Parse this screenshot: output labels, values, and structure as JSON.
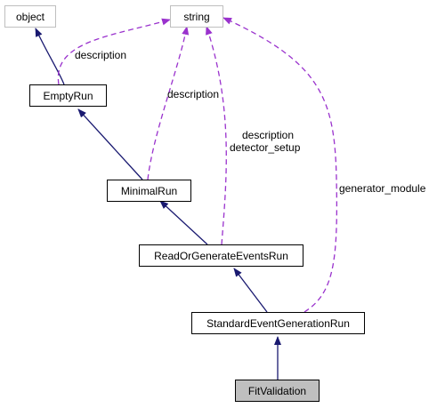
{
  "nodes": {
    "object": "object",
    "string": "string",
    "empty_run": "EmptyRun",
    "minimal_run": "MinimalRun",
    "read_or_generate": "ReadOrGenerateEventsRun",
    "standard_event_generation": "StandardEventGenerationRun",
    "fit_validation": "FitValidation"
  },
  "edge_labels": {
    "emptyrun_description": "description",
    "minimalrun_description": "description",
    "readorgen_description": "description",
    "readorgen_detector_setup": "detector_setup",
    "standard_generator_module": "generator_module"
  },
  "colors": {
    "inheritance_edge": "#191970",
    "usage_edge": "#9a32cd",
    "focus_fill": "#bfbfbf",
    "external_border": "#bfbfbf"
  }
}
